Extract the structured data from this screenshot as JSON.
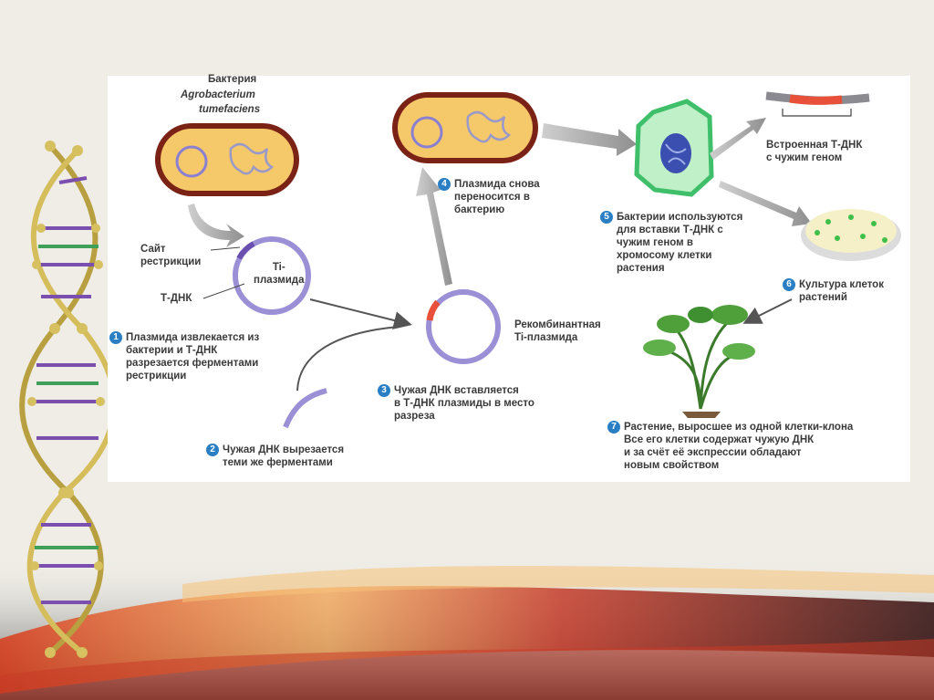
{
  "diagram": {
    "bacterium_label": "Бактерия",
    "species_line1": "Agrobacterium",
    "species_line2": "tumefaciens",
    "restriction_site": "Сайт\nрестрикции",
    "t_dna": "Т-ДНК",
    "ti_plasmid": "Ti-\nплазмида",
    "recombinant_plasmid": "Рекомбинантная\nTi-плазмида",
    "integrated_tdna": "Встроенная Т-ДНК\nс чужим геном",
    "steps": [
      {
        "num": "1",
        "text": "Плазмида извлекается из\nбактерии и Т-ДНК\nразрезается ферментами\nрестрикции"
      },
      {
        "num": "2",
        "text": "Чужая ДНК вырезается\nтеми же ферментами"
      },
      {
        "num": "3",
        "text": "Чужая ДНК вставляется\nв Т-ДНК плазмиды в место\nразреза"
      },
      {
        "num": "4",
        "text": "Плазмида снова\nпереносится в\nбактерию"
      },
      {
        "num": "5",
        "text": "Бактерии используются\nдля вставки Т-ДНК с\nчужим геном в\nхромосому клетки\nрастения"
      },
      {
        "num": "6",
        "text": "Культура клеток\nрастений"
      },
      {
        "num": "7",
        "text": "Растение, выросшее из одной клетки-клона\nВсе его клетки содержат чужую ДНК\nи за счёт её экспрессии обладают\nновым свойством"
      }
    ]
  },
  "colors": {
    "step_badge": "#2a7fc4",
    "bacterium_fill": "#f5c86a",
    "bacterium_border": "#8a2a1a",
    "plasmid": "#9b8fd6",
    "insert": "#e8503a",
    "plant_cell": "#3fbf6a"
  }
}
